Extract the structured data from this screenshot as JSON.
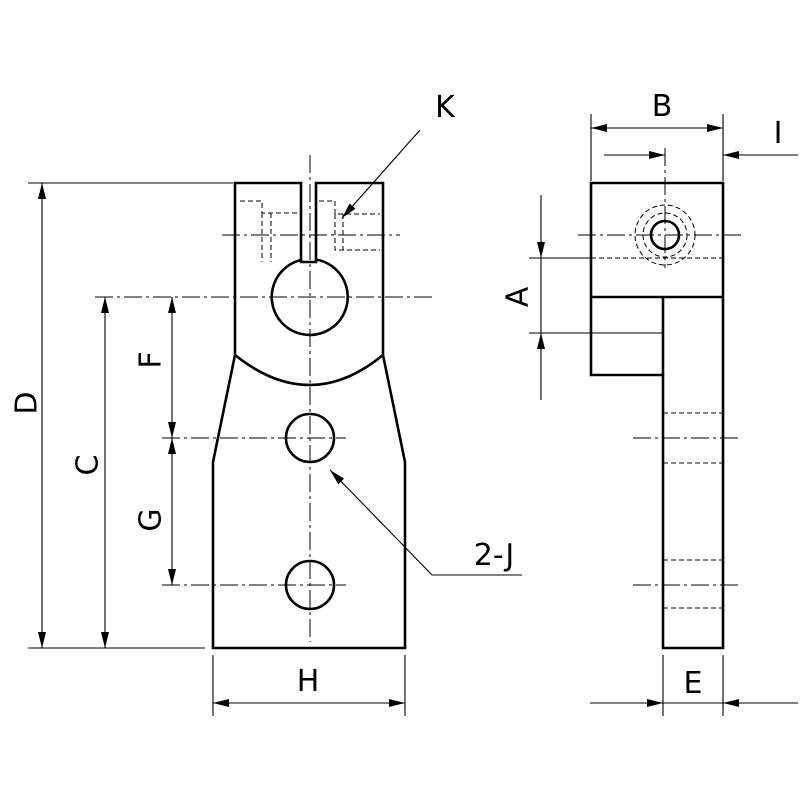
{
  "labels": {
    "k": "K",
    "b": "B",
    "i": "I",
    "a": "A",
    "d": "D",
    "f": "F",
    "c": "C",
    "g": "G",
    "j": "2-J",
    "h": "H",
    "e": "E"
  },
  "colors": {
    "part_fill": "#e6e6e6",
    "line": "#000000",
    "hole_fill": "#ffffff"
  }
}
